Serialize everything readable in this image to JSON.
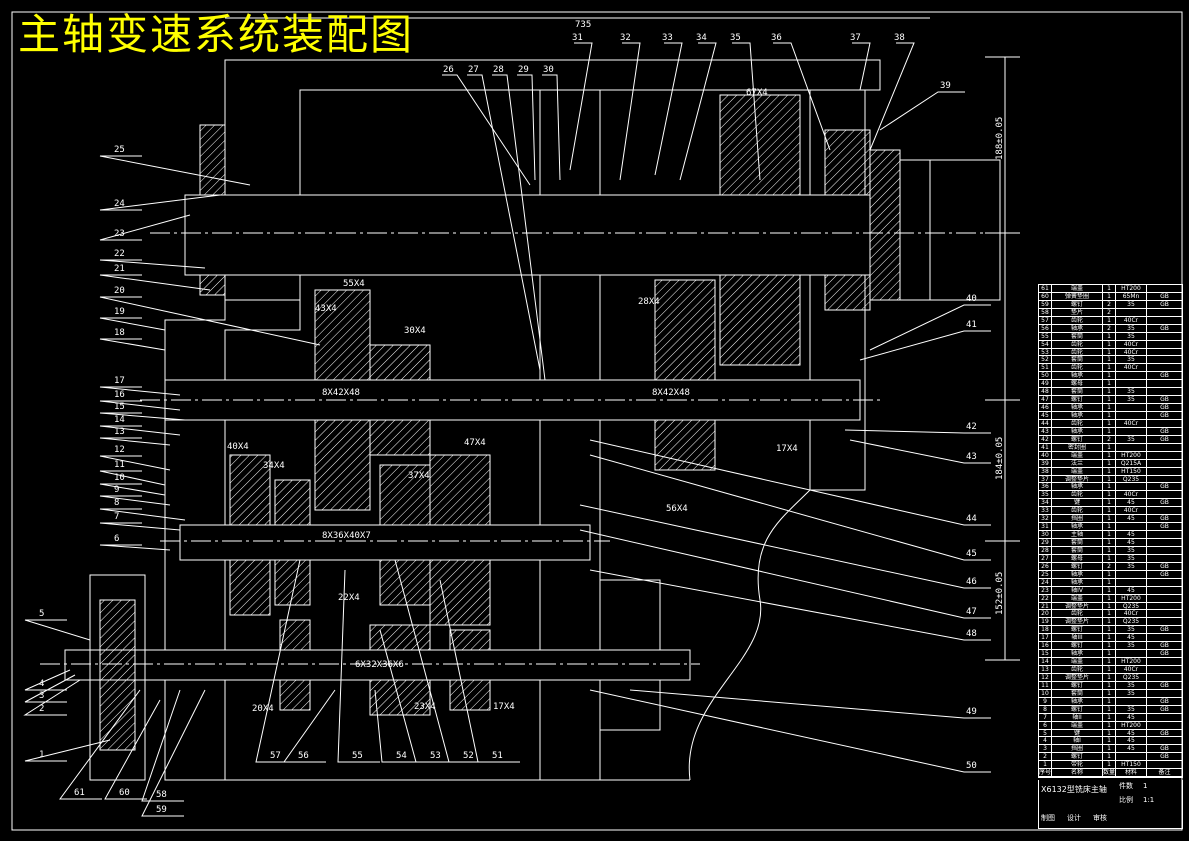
{
  "title": "主轴变速系统装配图",
  "colors": {
    "background": "#000000",
    "lines": "#ffffff",
    "title": "#ffff00"
  },
  "callouts": [
    "1",
    "2",
    "3",
    "4",
    "5",
    "6",
    "7",
    "8",
    "9",
    "10",
    "11",
    "12",
    "13",
    "14",
    "15",
    "16",
    "17",
    "18",
    "19",
    "20",
    "21",
    "22",
    "23",
    "24",
    "25",
    "26",
    "27",
    "28",
    "29",
    "30",
    "31",
    "32",
    "33",
    "34",
    "35",
    "36",
    "37",
    "38",
    "39",
    "40",
    "41",
    "42",
    "43",
    "44",
    "45",
    "46",
    "47",
    "48",
    "49",
    "50",
    "51",
    "52",
    "53",
    "54",
    "55",
    "56",
    "57",
    "58",
    "59",
    "60",
    "61"
  ],
  "gear_labels": [
    "67X4",
    "55X4",
    "43X4",
    "30X4",
    "28X4",
    "40X4",
    "34X4",
    "47X4",
    "37X4",
    "17X4",
    "56X4",
    "22X4",
    "20X4",
    "23X4",
    "17X4"
  ],
  "spline_labels": [
    "8X42X48",
    "8X42X48",
    "8X36X40X7",
    "6X32X36X6"
  ],
  "dimensions": {
    "top": "735",
    "d1": "188±0.05",
    "d2": "184±0.05",
    "d3": "152±0.05"
  },
  "bom": {
    "header": {
      "no": "序号",
      "name": "名称",
      "qty": "数量",
      "material": "材料",
      "note": "备注"
    },
    "rows": [
      [
        "61",
        "端盖",
        "1",
        "HT200",
        ""
      ],
      [
        "60",
        "弹簧垫圈",
        "1",
        "65Mn",
        "GB"
      ],
      [
        "59",
        "螺钉",
        "2",
        "35",
        "GB"
      ],
      [
        "58",
        "垫片",
        "2",
        "",
        ""
      ],
      [
        "57",
        "齿轮",
        "1",
        "40Cr",
        ""
      ],
      [
        "56",
        "轴承",
        "2",
        "35",
        "GB"
      ],
      [
        "55",
        "套筒",
        "1",
        "35",
        ""
      ],
      [
        "54",
        "齿轮",
        "1",
        "40Cr",
        ""
      ],
      [
        "53",
        "齿轮",
        "1",
        "40Cr",
        ""
      ],
      [
        "52",
        "套筒",
        "1",
        "35",
        ""
      ],
      [
        "51",
        "齿轮",
        "1",
        "40Cr",
        ""
      ],
      [
        "50",
        "轴承",
        "1",
        "",
        "GB"
      ],
      [
        "49",
        "螺母",
        "1",
        "",
        ""
      ],
      [
        "48",
        "套筒",
        "1",
        "35",
        ""
      ],
      [
        "47",
        "螺钉",
        "1",
        "35",
        "GB"
      ],
      [
        "46",
        "轴承",
        "1",
        "",
        "GB"
      ],
      [
        "45",
        "轴承",
        "1",
        "",
        "GB"
      ],
      [
        "44",
        "齿轮",
        "1",
        "40Cr",
        ""
      ],
      [
        "43",
        "轴承",
        "1",
        "",
        "GB"
      ],
      [
        "42",
        "螺钉",
        "2",
        "35",
        "GB"
      ],
      [
        "41",
        "密封圈",
        "1",
        "",
        ""
      ],
      [
        "40",
        "端盖",
        "1",
        "HT200",
        ""
      ],
      [
        "39",
        "法兰",
        "1",
        "Q215A",
        ""
      ],
      [
        "38",
        "端盖",
        "1",
        "HT150",
        ""
      ],
      [
        "37",
        "调整垫片",
        "1",
        "Q235",
        ""
      ],
      [
        "36",
        "轴承",
        "1",
        "",
        "GB"
      ],
      [
        "35",
        "齿轮",
        "1",
        "40Cr",
        ""
      ],
      [
        "34",
        "键",
        "1",
        "45",
        "GB"
      ],
      [
        "33",
        "齿轮",
        "1",
        "40Cr",
        ""
      ],
      [
        "32",
        "挡圈",
        "1",
        "45",
        "GB"
      ],
      [
        "31",
        "轴承",
        "1",
        "",
        "GB"
      ],
      [
        "30",
        "主轴",
        "1",
        "45",
        ""
      ],
      [
        "29",
        "套筒",
        "1",
        "45",
        ""
      ],
      [
        "28",
        "套筒",
        "1",
        "35",
        ""
      ],
      [
        "27",
        "螺母",
        "1",
        "35",
        ""
      ],
      [
        "26",
        "螺钉",
        "2",
        "35",
        "GB"
      ],
      [
        "25",
        "轴承",
        "1",
        "",
        "GB"
      ],
      [
        "24",
        "轴承",
        "1",
        "",
        ""
      ],
      [
        "23",
        "轴IV",
        "1",
        "45",
        ""
      ],
      [
        "22",
        "端盖",
        "1",
        "HT200",
        ""
      ],
      [
        "21",
        "调整垫片",
        "1",
        "Q235",
        ""
      ],
      [
        "20",
        "齿轮",
        "1",
        "40Cr",
        ""
      ],
      [
        "19",
        "调整垫片",
        "1",
        "Q235",
        ""
      ],
      [
        "18",
        "螺钉",
        "1",
        "35",
        "GB"
      ],
      [
        "17",
        "轴III",
        "1",
        "45",
        ""
      ],
      [
        "16",
        "螺钉",
        "1",
        "35",
        "GB"
      ],
      [
        "15",
        "轴承",
        "1",
        "",
        "GB"
      ],
      [
        "14",
        "端盖",
        "1",
        "HT200",
        ""
      ],
      [
        "13",
        "齿轮",
        "1",
        "40Cr",
        ""
      ],
      [
        "12",
        "调整垫片",
        "1",
        "Q235",
        ""
      ],
      [
        "11",
        "螺钉",
        "1",
        "35",
        "GB"
      ],
      [
        "10",
        "套筒",
        "1",
        "35",
        ""
      ],
      [
        "9",
        "轴承",
        "1",
        "",
        "GB"
      ],
      [
        "8",
        "螺钉",
        "1",
        "35",
        "GB"
      ],
      [
        "7",
        "轴II",
        "1",
        "45",
        ""
      ],
      [
        "6",
        "端盖",
        "1",
        "HT200",
        ""
      ],
      [
        "5",
        "键",
        "1",
        "45",
        "GB"
      ],
      [
        "4",
        "轴I",
        "1",
        "45",
        ""
      ],
      [
        "3",
        "挡圈",
        "1",
        "45",
        "GB"
      ],
      [
        "2",
        "螺钉",
        "1",
        "",
        "GB"
      ],
      [
        "1",
        "带轮",
        "1",
        "HT150",
        ""
      ]
    ]
  },
  "title_block": {
    "drawing_name": "X6132型铣床主轴",
    "label_count": "件数",
    "count": "1",
    "label_scale": "比例",
    "scale": "1:1",
    "label_draw": "制图",
    "label_design": "设计",
    "label_check": "审核"
  }
}
